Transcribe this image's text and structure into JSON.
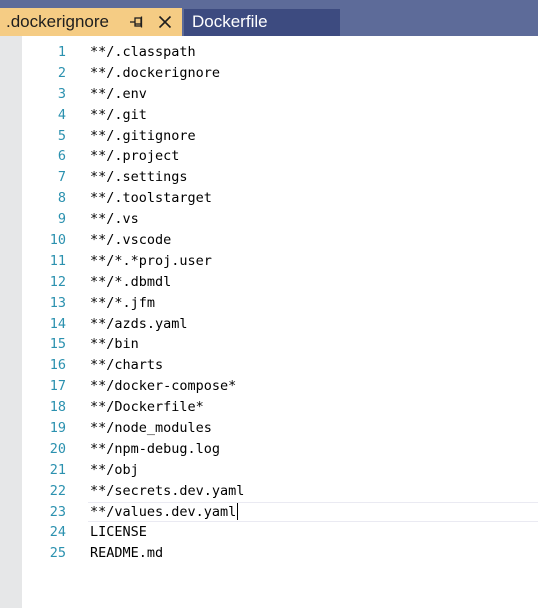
{
  "tabs": [
    {
      "label": ".dockerignore",
      "active": true
    },
    {
      "label": "Dockerfile",
      "active": false
    }
  ],
  "colors": {
    "tabstrip": "#5d6b99",
    "active_tab": "#f5cc84",
    "inactive_tab": "#3d4b80",
    "line_number": "#2b91af",
    "glyph_margin": "#e6e7e8"
  },
  "icons": {
    "pin": "pin-icon",
    "close": "close-icon"
  },
  "editor": {
    "caret_line": 23,
    "lines": [
      {
        "num": "1",
        "text": "**/.classpath"
      },
      {
        "num": "2",
        "text": "**/.dockerignore"
      },
      {
        "num": "3",
        "text": "**/.env"
      },
      {
        "num": "4",
        "text": "**/.git"
      },
      {
        "num": "5",
        "text": "**/.gitignore"
      },
      {
        "num": "6",
        "text": "**/.project"
      },
      {
        "num": "7",
        "text": "**/.settings"
      },
      {
        "num": "8",
        "text": "**/.toolstarget"
      },
      {
        "num": "9",
        "text": "**/.vs"
      },
      {
        "num": "10",
        "text": "**/.vscode"
      },
      {
        "num": "11",
        "text": "**/*.*proj.user"
      },
      {
        "num": "12",
        "text": "**/*.dbmdl"
      },
      {
        "num": "13",
        "text": "**/*.jfm"
      },
      {
        "num": "14",
        "text": "**/azds.yaml"
      },
      {
        "num": "15",
        "text": "**/bin"
      },
      {
        "num": "16",
        "text": "**/charts"
      },
      {
        "num": "17",
        "text": "**/docker-compose*"
      },
      {
        "num": "18",
        "text": "**/Dockerfile*"
      },
      {
        "num": "19",
        "text": "**/node_modules"
      },
      {
        "num": "20",
        "text": "**/npm-debug.log"
      },
      {
        "num": "21",
        "text": "**/obj"
      },
      {
        "num": "22",
        "text": "**/secrets.dev.yaml"
      },
      {
        "num": "23",
        "text": "**/values.dev.yaml"
      },
      {
        "num": "24",
        "text": "LICENSE"
      },
      {
        "num": "25",
        "text": "README.md"
      }
    ]
  }
}
